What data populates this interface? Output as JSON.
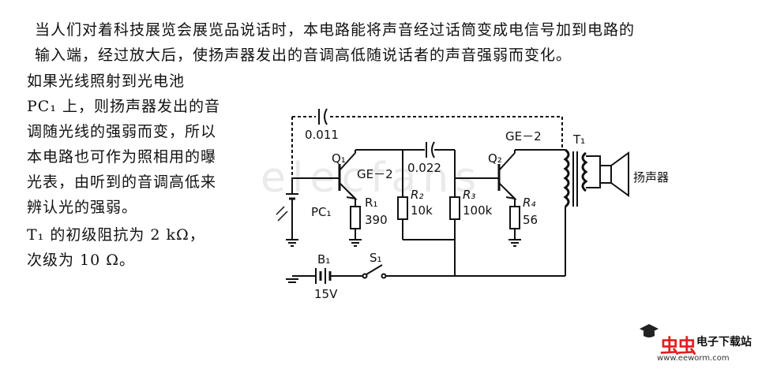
{
  "text": {
    "para1": [
      "当人们对着科技展览会展览品说话时，本电路能将声音经过话筒变成电信号加到电路的",
      "输入端，经过放大后，使扬声器发出的音调高低随说话者的声音强弱而变化。"
    ],
    "para2": [
      "如果光线照射到光电池",
      "PC₁ 上，则扬声器发出的音",
      "调随光线的强弱而变，所以",
      "本电路也可作为照相用的曝",
      "光表，由听到的音调高低来",
      "辨认光的强弱。"
    ],
    "para3": [
      "T₁ 的初级阻抗为 2 kΩ，",
      "次级为 10 Ω。"
    ]
  },
  "circuit": {
    "c1_value": "0.011",
    "c2_value": "0.022",
    "q1_label": "Q₁",
    "q1_type": "GE－2",
    "q2_label": "Q₂",
    "q2_type": "GE－2",
    "r1_label": "R₁",
    "r1_value": "390",
    "r2_label": "R₂",
    "r2_value": "10k",
    "r3_label": "R₃",
    "r3_value": "100k",
    "r4_label": "R₄",
    "r4_value": "56",
    "pc_label": "PC₁",
    "t1_label": "T₁",
    "speaker_label": "扬声器",
    "b1_label": "B₁",
    "b1_value": "15V",
    "s1_label": "S₁"
  },
  "watermark": "elecfans",
  "logo": {
    "main": "虫虫",
    "side": "电子下载站",
    "url": "www.eeworm.com"
  }
}
